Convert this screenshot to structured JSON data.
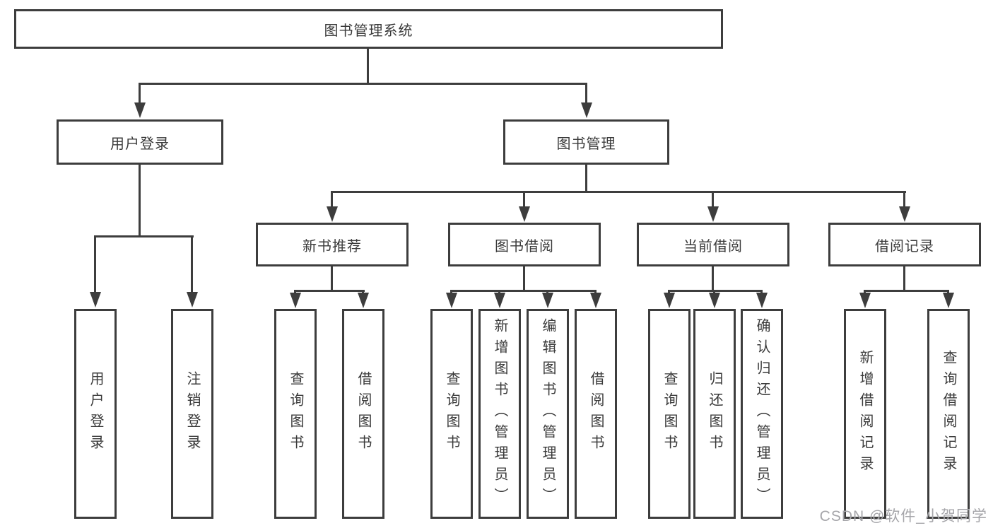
{
  "diagram": {
    "root": {
      "label": "图书管理系统"
    },
    "level2": {
      "user_login": {
        "label": "用户登录"
      },
      "book_management": {
        "label": "图书管理"
      }
    },
    "level3": {
      "new_book_recommend": {
        "label": "新书推荐"
      },
      "book_borrow": {
        "label": "图书借阅"
      },
      "current_borrow": {
        "label": "当前借阅"
      },
      "borrow_records": {
        "label": "借阅记录"
      }
    },
    "leaves": {
      "user_login": [
        "用户登录",
        "注销登录"
      ],
      "new_book_recommend": [
        "查询图书",
        "借阅图书"
      ],
      "book_borrow": [
        "查询图书",
        "新增图书（管理员）",
        "编辑图书（管理员）",
        "借阅图书"
      ],
      "current_borrow": [
        "查询图书",
        "归还图书",
        "确认归还（管理员）"
      ],
      "borrow_records": [
        "新增借阅记录",
        "查询借阅记录"
      ]
    },
    "watermark": "CSDN @软件_小贺同学",
    "colors": {
      "line": "#3d3d3d",
      "text": "#3a3a3a",
      "watermark": "#a6a6aa",
      "background": "#ffffff"
    }
  }
}
